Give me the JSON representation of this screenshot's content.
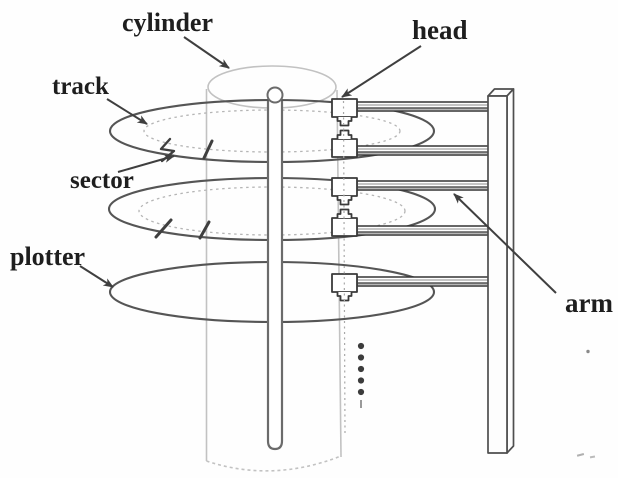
{
  "labels": {
    "cylinder": "cylinder",
    "head": "head",
    "track": "track",
    "sector": "sector",
    "plotter": "plotter",
    "arm": "arm"
  },
  "structure": {
    "platter_count": 3,
    "head_count": 5,
    "arm_count": 5,
    "continuation_dot_count": 5
  },
  "colors": {
    "background": "#fefefe",
    "dark_line": "#4a4a4a",
    "medium_line": "#6b6b6b",
    "light_line": "#c2c2c2",
    "label_text": "#1e1e1e"
  }
}
